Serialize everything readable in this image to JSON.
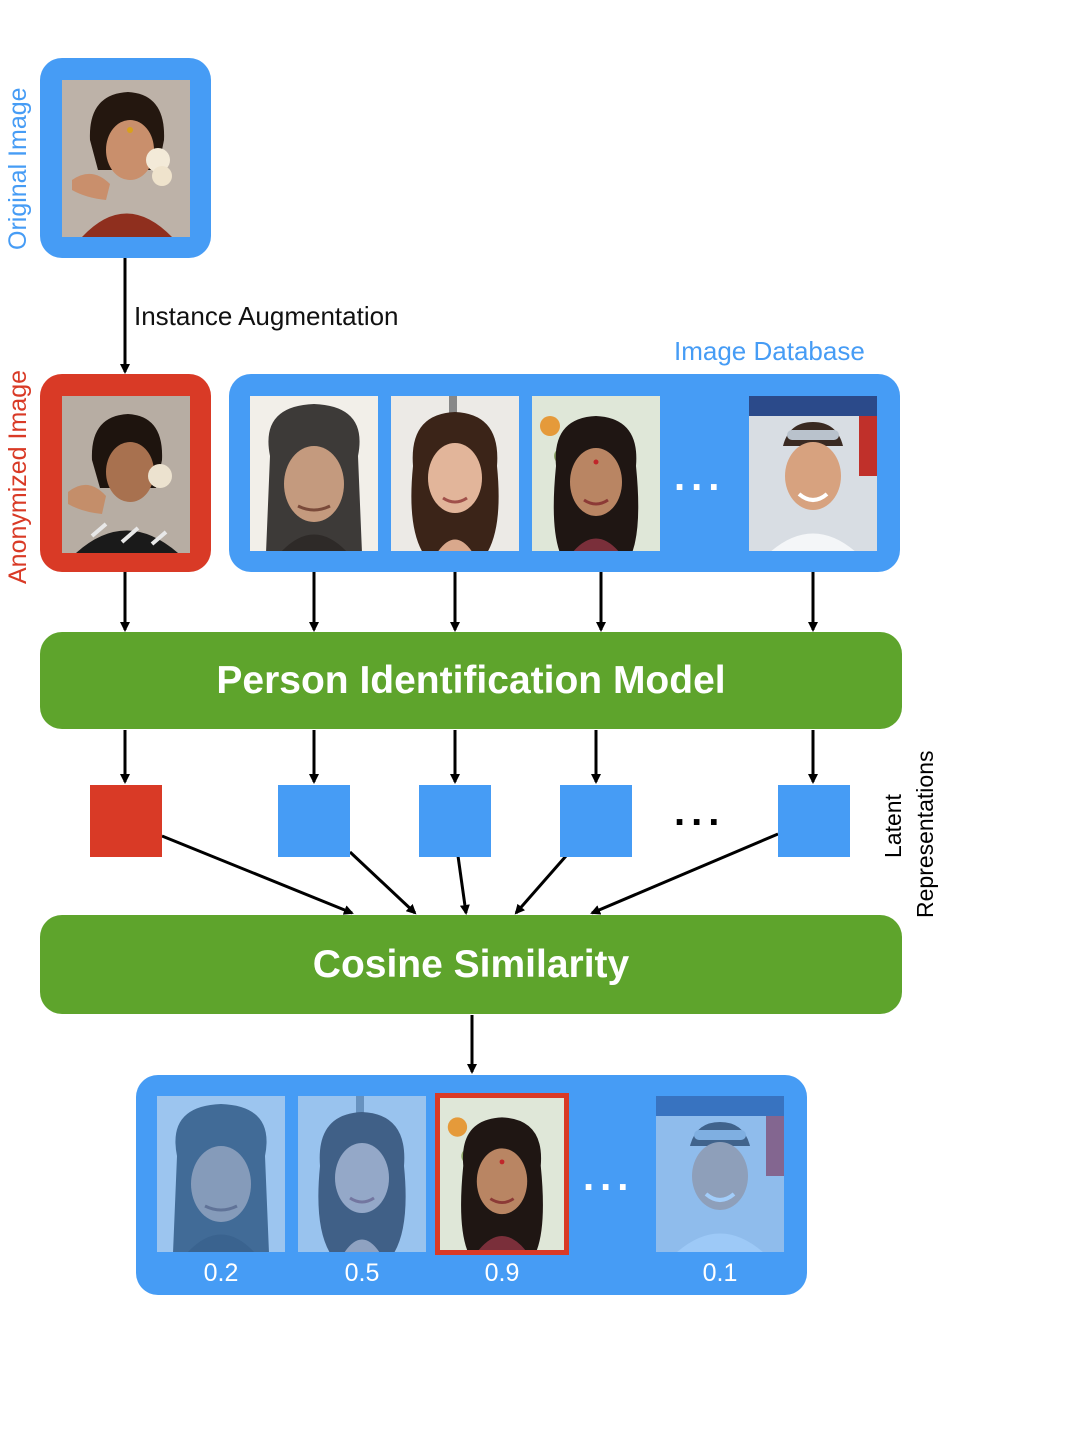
{
  "labels": {
    "original_image": "Original Image",
    "anonymized_image": "Anonymized Image",
    "instance_augmentation": "Instance Augmentation",
    "image_database": "Image Database",
    "person_identification_model": "Person Identification Model",
    "latent_line1": "Latent",
    "latent_line2": "Representations",
    "cosine_similarity": "Cosine Similarity",
    "ellipsis": "..."
  },
  "results": {
    "scores": [
      "0.2",
      "0.5",
      "0.9",
      "0.1"
    ]
  },
  "colors": {
    "blue": "#469cf5",
    "red": "#d93a26",
    "green": "#5ea42c"
  }
}
